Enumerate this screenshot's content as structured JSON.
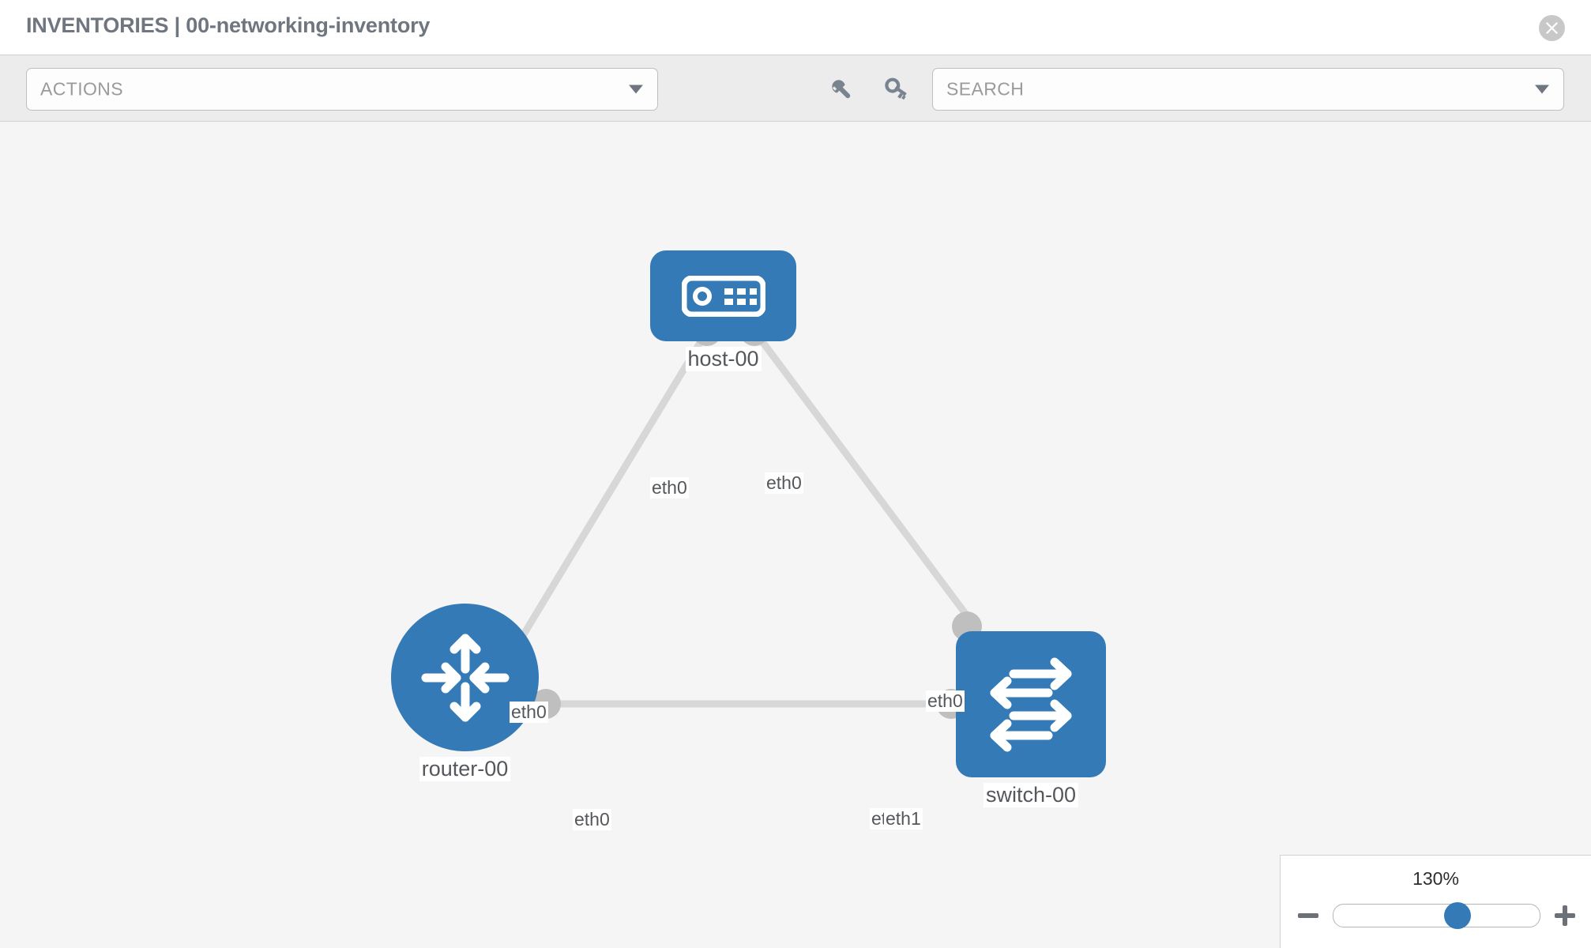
{
  "header": {
    "title": "INVENTORIES | 00-networking-inventory",
    "close_icon": "close-circle-icon"
  },
  "toolbar": {
    "actions": {
      "label": "ACTIONS",
      "caret_icon": "chevron-down-icon"
    },
    "search": {
      "placeholder": "SEARCH",
      "value": "SEARCH",
      "caret_icon": "chevron-down-icon"
    },
    "wrench_icon": "wrench-icon",
    "key_icon": "key-icon"
  },
  "topology": {
    "nodes": [
      {
        "id": "host-00",
        "label": "host-00",
        "type": "host",
        "icon": "server-device-icon"
      },
      {
        "id": "router-00",
        "label": "router-00",
        "type": "router",
        "icon": "router-arrows-icon"
      },
      {
        "id": "switch-00",
        "label": "switch-00",
        "type": "switch",
        "icon": "switch-arrows-icon"
      }
    ],
    "links": [
      {
        "from": "host-00",
        "to": "router-00",
        "from_interface": "eth0",
        "to_interface": "eth0"
      },
      {
        "from": "host-00",
        "to": "switch-00",
        "from_interface": "eth0",
        "to_interface": "eth0"
      },
      {
        "from": "router-00",
        "to": "switch-00",
        "from_interface": "eth0",
        "to_interface": "eth1"
      }
    ],
    "interface_labels": {
      "host_left": "eth0",
      "host_right": "eth0",
      "router_upper": "eth0",
      "switch_upper": "eth0",
      "router_right": "eth0",
      "switch_left_overlap": "eth",
      "switch_left": "eth1"
    },
    "colors": {
      "node_fill": "#337ab7",
      "port_fill": "#bfbfbf",
      "link_stroke": "#d7d7d7",
      "canvas_bg": "#f5f5f5"
    }
  },
  "zoom": {
    "value": "130%",
    "minus_label": "minus-button",
    "plus_label": "plus-button",
    "thumb_position_pct": 60
  }
}
